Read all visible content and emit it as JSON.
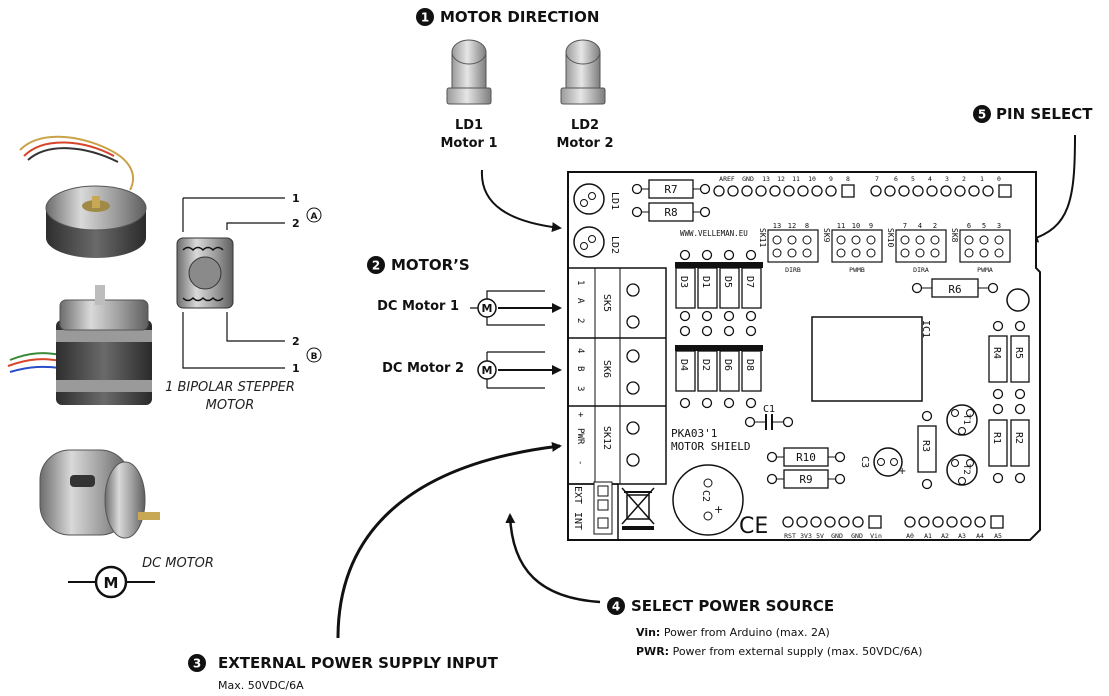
{
  "headings": {
    "motor_direction": {
      "num": "1",
      "text": "MOTOR DIRECTION"
    },
    "pin_select": {
      "num": "5",
      "text": "PIN SELECT"
    },
    "motors": {
      "num": "2",
      "text": "MOTOR’S"
    },
    "select_power": {
      "num": "4",
      "text": "SELECT POWER SOURCE"
    },
    "ext_power": {
      "num": "3",
      "text": "EXTERNAL POWER SUPPLY INPUT"
    }
  },
  "leds": [
    {
      "name": "LD1",
      "motor": "Motor 1"
    },
    {
      "name": "LD2",
      "motor": "Motor 2"
    }
  ],
  "dc_motor_labels": [
    "DC Motor 1",
    "DC Motor 2"
  ],
  "motor_symbol": "M",
  "stepper": {
    "caption_line1": "1 BIPOLAR STEPPER",
    "caption_line2": "MOTOR",
    "wire_labels": [
      "1",
      "2",
      "2",
      "1"
    ],
    "coil_labels": [
      "A",
      "B"
    ]
  },
  "dc_motor_caption": "DC MOTOR",
  "power_source": {
    "vin_label": "Vin:",
    "vin_text": " Power from Arduino (max. 2A)",
    "pwr_label": "PWR:",
    "pwr_text": " Power from external supply (max. 50VDC/6A)"
  },
  "ext_power_sub": "Max. 50VDC/6A",
  "board": {
    "led_labels": [
      "LD1",
      "LD2"
    ],
    "resistors_top": [
      "R7",
      "R8"
    ],
    "top_header_left": [
      "AREF",
      "GND",
      "13",
      "12",
      "11",
      "10",
      "9",
      "8"
    ],
    "top_header_right": [
      "7",
      "6",
      "5",
      "4",
      "3",
      "2",
      "1",
      "0"
    ],
    "url": "WWW.VELLEMAN.EU",
    "jumper_groups": [
      {
        "sk": "SK11",
        "pins": [
          "13",
          "12",
          "8"
        ],
        "label": "DIRB"
      },
      {
        "sk": "SK9",
        "pins": [
          "11",
          "10",
          "9"
        ],
        "label": "PWMB"
      },
      {
        "sk": "SK10",
        "pins": [
          "7",
          "4",
          "2"
        ],
        "label": "DIRA"
      },
      {
        "sk": "SK8",
        "pins": [
          "6",
          "5",
          "3"
        ],
        "label": "PWMA"
      }
    ],
    "terminals": [
      {
        "sk": "SK5",
        "side": [
          "1",
          "A",
          "2"
        ]
      },
      {
        "sk": "SK6",
        "side": [
          "4",
          "B",
          "3"
        ]
      },
      {
        "sk": "SK12",
        "side": [
          "+",
          "PWR",
          "-"
        ]
      }
    ],
    "diodes_top": [
      "D3",
      "D1",
      "D5",
      "D7"
    ],
    "diodes_bottom": [
      "D4",
      "D2",
      "D6",
      "D8"
    ],
    "r6": "R6",
    "ic": "IC1",
    "resistors_right": [
      "R4",
      "R5",
      "R1",
      "R2",
      "R3"
    ],
    "transistors": [
      "T1",
      "T2"
    ],
    "c1": "C1",
    "c2": "C2",
    "c3": "C3",
    "model_line1": "PKA03'1",
    "model_line2": "MOTOR SHIELD",
    "r9": "R9",
    "r10": "R10",
    "ext_int": [
      "EXT",
      "INT"
    ],
    "ce_mark": "CE",
    "bottom_header_left": [
      "RST",
      "3V3",
      "5V",
      "GND",
      "GND",
      "Vin"
    ],
    "bottom_header_right": [
      "A0",
      "A1",
      "A2",
      "A3",
      "A4",
      "A5"
    ]
  }
}
